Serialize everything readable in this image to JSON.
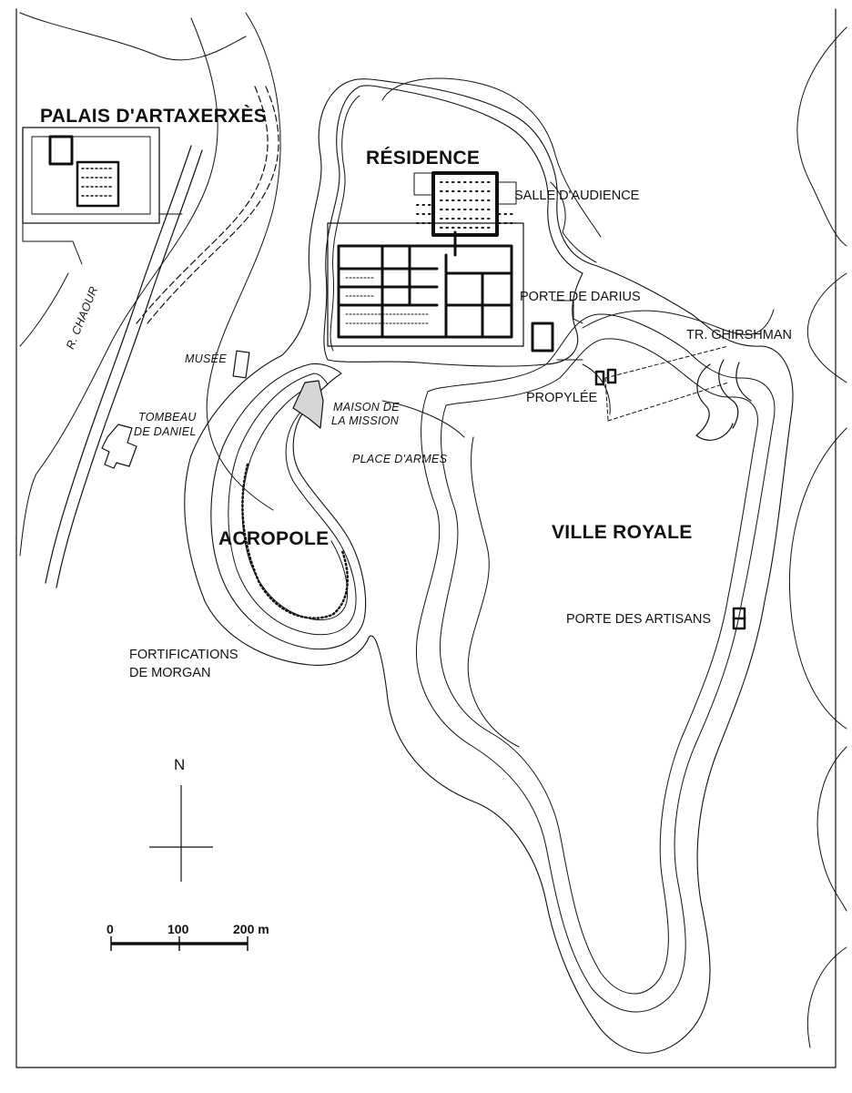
{
  "labels": {
    "palais": "PALAIS D'ARTAXERXÈS",
    "residence": "RÉSIDENCE",
    "salle": "SALLE D'AUDIENCE",
    "porte_darius": "PORTE DE DARIUS",
    "ghirshman": "TR. GHIRSHMAN",
    "propylee": "PROPYLÉE",
    "musee": "MUSÉE",
    "chaour": "R. CHAOUR",
    "tombeau_1": "TOMBEAU",
    "tombeau_2": "DE DANIEL",
    "maison_1": "MAISON DE",
    "maison_2": "LA MISSION",
    "place": "PLACE D'ARMES",
    "acropole": "ACROPOLE",
    "ville": "VILLE ROYALE",
    "artisans": "PORTE DES ARTISANS",
    "fortif_1": "FORTIFICATIONS",
    "fortif_2": "DE MORGAN"
  },
  "compass": {
    "north": "N"
  },
  "scale_bar": {
    "ticks": [
      "0",
      "100",
      "200 m"
    ]
  },
  "colors": {
    "ink": "#111111",
    "paper": "#ffffff"
  }
}
